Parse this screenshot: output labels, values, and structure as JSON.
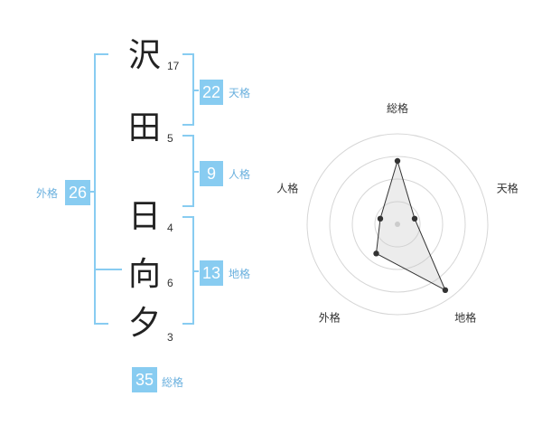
{
  "colors": {
    "accent": "#88ccf1",
    "label": "#6ab0de",
    "text": "#222222"
  },
  "name": {
    "characters": [
      {
        "char": "沢",
        "strokes": "17"
      },
      {
        "char": "田",
        "strokes": "5"
      },
      {
        "char": "日",
        "strokes": "4"
      },
      {
        "char": "向",
        "strokes": "6"
      },
      {
        "char": "夕",
        "strokes": "3"
      }
    ]
  },
  "fortunes": {
    "tenkaku": {
      "value": "22",
      "label": "天格"
    },
    "jinkaku": {
      "value": "9",
      "label": "人格"
    },
    "chikaku": {
      "value": "13",
      "label": "地格"
    },
    "gaikaku": {
      "value": "26",
      "label": "外格"
    },
    "soukaku": {
      "value": "35",
      "label": "総格"
    }
  },
  "chart_data": {
    "type": "radar",
    "axes": [
      "総格",
      "天格",
      "地格",
      "外格",
      "人格"
    ],
    "values": [
      3.5,
      1,
      4.5,
      2,
      1
    ],
    "range": [
      0,
      5
    ],
    "rings": 4
  }
}
